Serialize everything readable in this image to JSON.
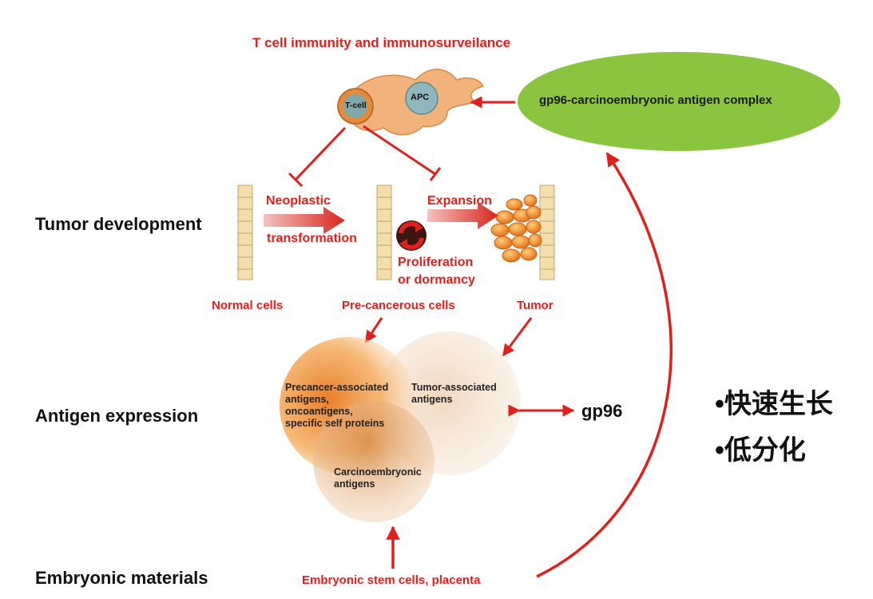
{
  "top_title": "T cell immunity and immunosurveilance",
  "ellipse_label": "gp96-carcinoembryonic antigen complex",
  "cells": {
    "tcell": "T-cell",
    "apc": "APC"
  },
  "rows": {
    "tumor_development": "Tumor development",
    "antigen_expression": "Antigen expression",
    "embryonic_materials": "Embryonic materials"
  },
  "process": {
    "neoplastic": "Neoplastic",
    "transformation": "transformation",
    "expansion": "Expansion",
    "proliferation": "Proliferation",
    "or_dormancy": "or dormancy"
  },
  "stages": {
    "normal": "Normal cells",
    "precancerous": "Pre-cancerous cells",
    "tumor": "Tumor"
  },
  "venn": {
    "precancer_line1": "Precancer-associated",
    "precancer_line2": "antigens,",
    "precancer_line3": "oncoantigens,",
    "precancer_line4": "specific self proteins",
    "tumor_line1": "Tumor-associated",
    "tumor_line2": "antigens",
    "carcino_line1": "Carcinoembryonic",
    "carcino_line2": "antigens"
  },
  "gp96_label": "gp96",
  "embryonic_source": "Embryonic stem cells, placenta",
  "chinese_notes": [
    "•快速生长",
    "•低分化"
  ],
  "colors": {
    "red": "#e0201c",
    "ellipse": "#8bc53f"
  }
}
